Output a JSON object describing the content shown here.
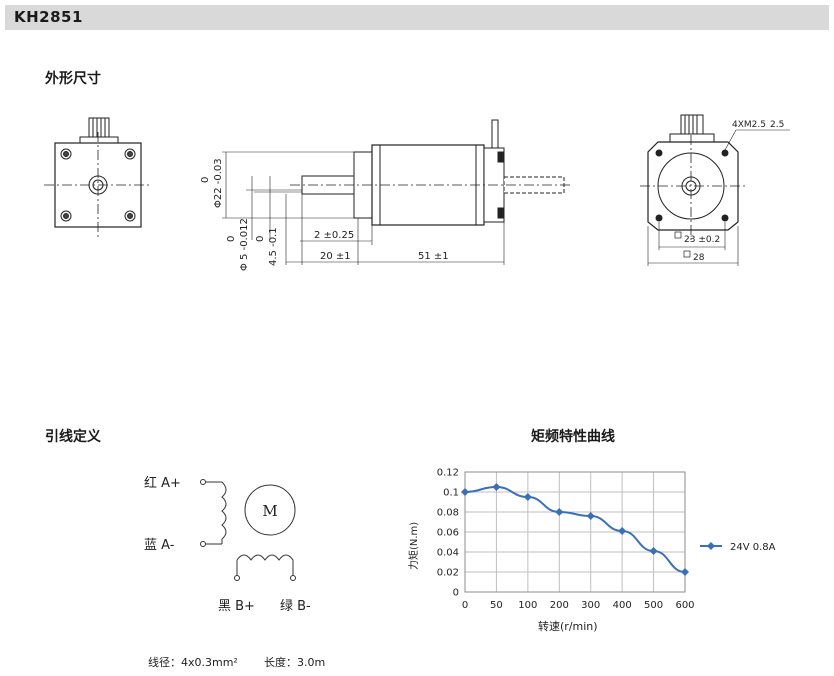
{
  "header": {
    "model": "KH2851"
  },
  "sections": {
    "outline": "外形尺寸",
    "wiring": "引线定义",
    "torque": "矩频特性曲线"
  },
  "dims": {
    "phi22_zero": "0",
    "phi22": "Φ22 -0.03",
    "phi5_zero": "0",
    "phi5": "Φ 5 -0.012",
    "d45_zero": "0",
    "d45": "4.5 -0.1",
    "d2": "2 ±0.25",
    "d20": "20 ±1",
    "d51": "51 ±1",
    "thread": "4XM2.5",
    "depth": "2.5",
    "sq23": "23 ±0.2",
    "sq28": "28"
  },
  "wiring": {
    "a_plus": "红  A+",
    "a_minus": "蓝  A-",
    "b_plus": "黑  B+",
    "b_minus": "绿  B-",
    "motor_label": "M"
  },
  "notes": {
    "wire": "线径：4x0.3mm²",
    "length": "长度：3.0m"
  },
  "chart_data": {
    "type": "line",
    "title": "矩频特性曲线",
    "xlabel": "转速(r/min)",
    "ylabel": "力矩(N.m)",
    "x": [
      0,
      50,
      100,
      200,
      300,
      400,
      500,
      600
    ],
    "xlim": [
      0,
      600
    ],
    "xticks": [
      0,
      50,
      100,
      200,
      300,
      400,
      500,
      600
    ],
    "ylim": [
      0,
      0.12
    ],
    "yticks": [
      "0",
      "0.02",
      "0.04",
      "0.06",
      "0.08",
      "0.1",
      "0.12"
    ],
    "grid": true,
    "legend": "right",
    "series": [
      {
        "name": "24V 0.8A",
        "color": "#3a70b8",
        "values": [
          0.1,
          0.105,
          0.095,
          0.08,
          0.076,
          0.061,
          0.041,
          0.02
        ]
      }
    ]
  }
}
